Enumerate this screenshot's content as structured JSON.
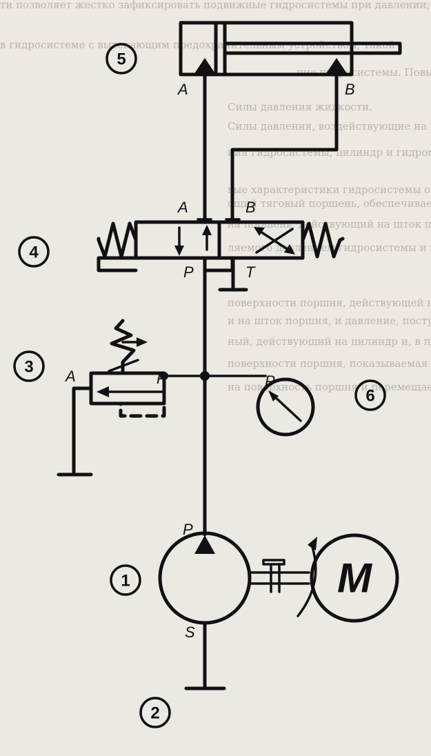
{
  "background_text": [
    "ти позволяет жестко зафиксировать подвижные гидросистемы при давлении; на",
    "в гидросистеме с вытекающим предохранительным устройством; такой",
    "ние гидросистемы. Повышение давления выше расчетного",
    "Силы давления жидкости.",
    "Силы давления, воздействующие на поршень, масла",
    "ния гидросистемы, цилиндр и гидромоторы распределяются",
    "вые характеристики гидросистемы описаны следующим образом.",
    "ощий тяговый поршень, обеспечивает давление P, рабочий",
    "на поршень, действующий на шток поршня, в диапазоне",
    "ляемого давлением гидросистемы и пневматической",
    "поверхности поршня, действующей на поршень",
    "и на шток поршня, и давление, поступающее на дальнейший",
    "ный, действующий на цилиндр и, в приводах, поршень",
    "поверхности поршня, показываемая на манометре",
    "на поверхность поршня и перемещается в качестве"
  ],
  "components": {
    "pump": {
      "number": "1",
      "port_pressure": "P",
      "port_suction": "S"
    },
    "tank": {
      "number": "2"
    },
    "relief_valve": {
      "number": "3",
      "port_a": "A",
      "port_p": "P"
    },
    "directional_valve": {
      "number": "4",
      "port_a": "A",
      "port_b": "B",
      "port_p": "P",
      "port_t": "T"
    },
    "cylinder": {
      "number": "5",
      "port_a": "A",
      "port_b": "B"
    },
    "gauge": {
      "number": "6",
      "label": "P"
    },
    "motor": {
      "label": "M"
    }
  }
}
